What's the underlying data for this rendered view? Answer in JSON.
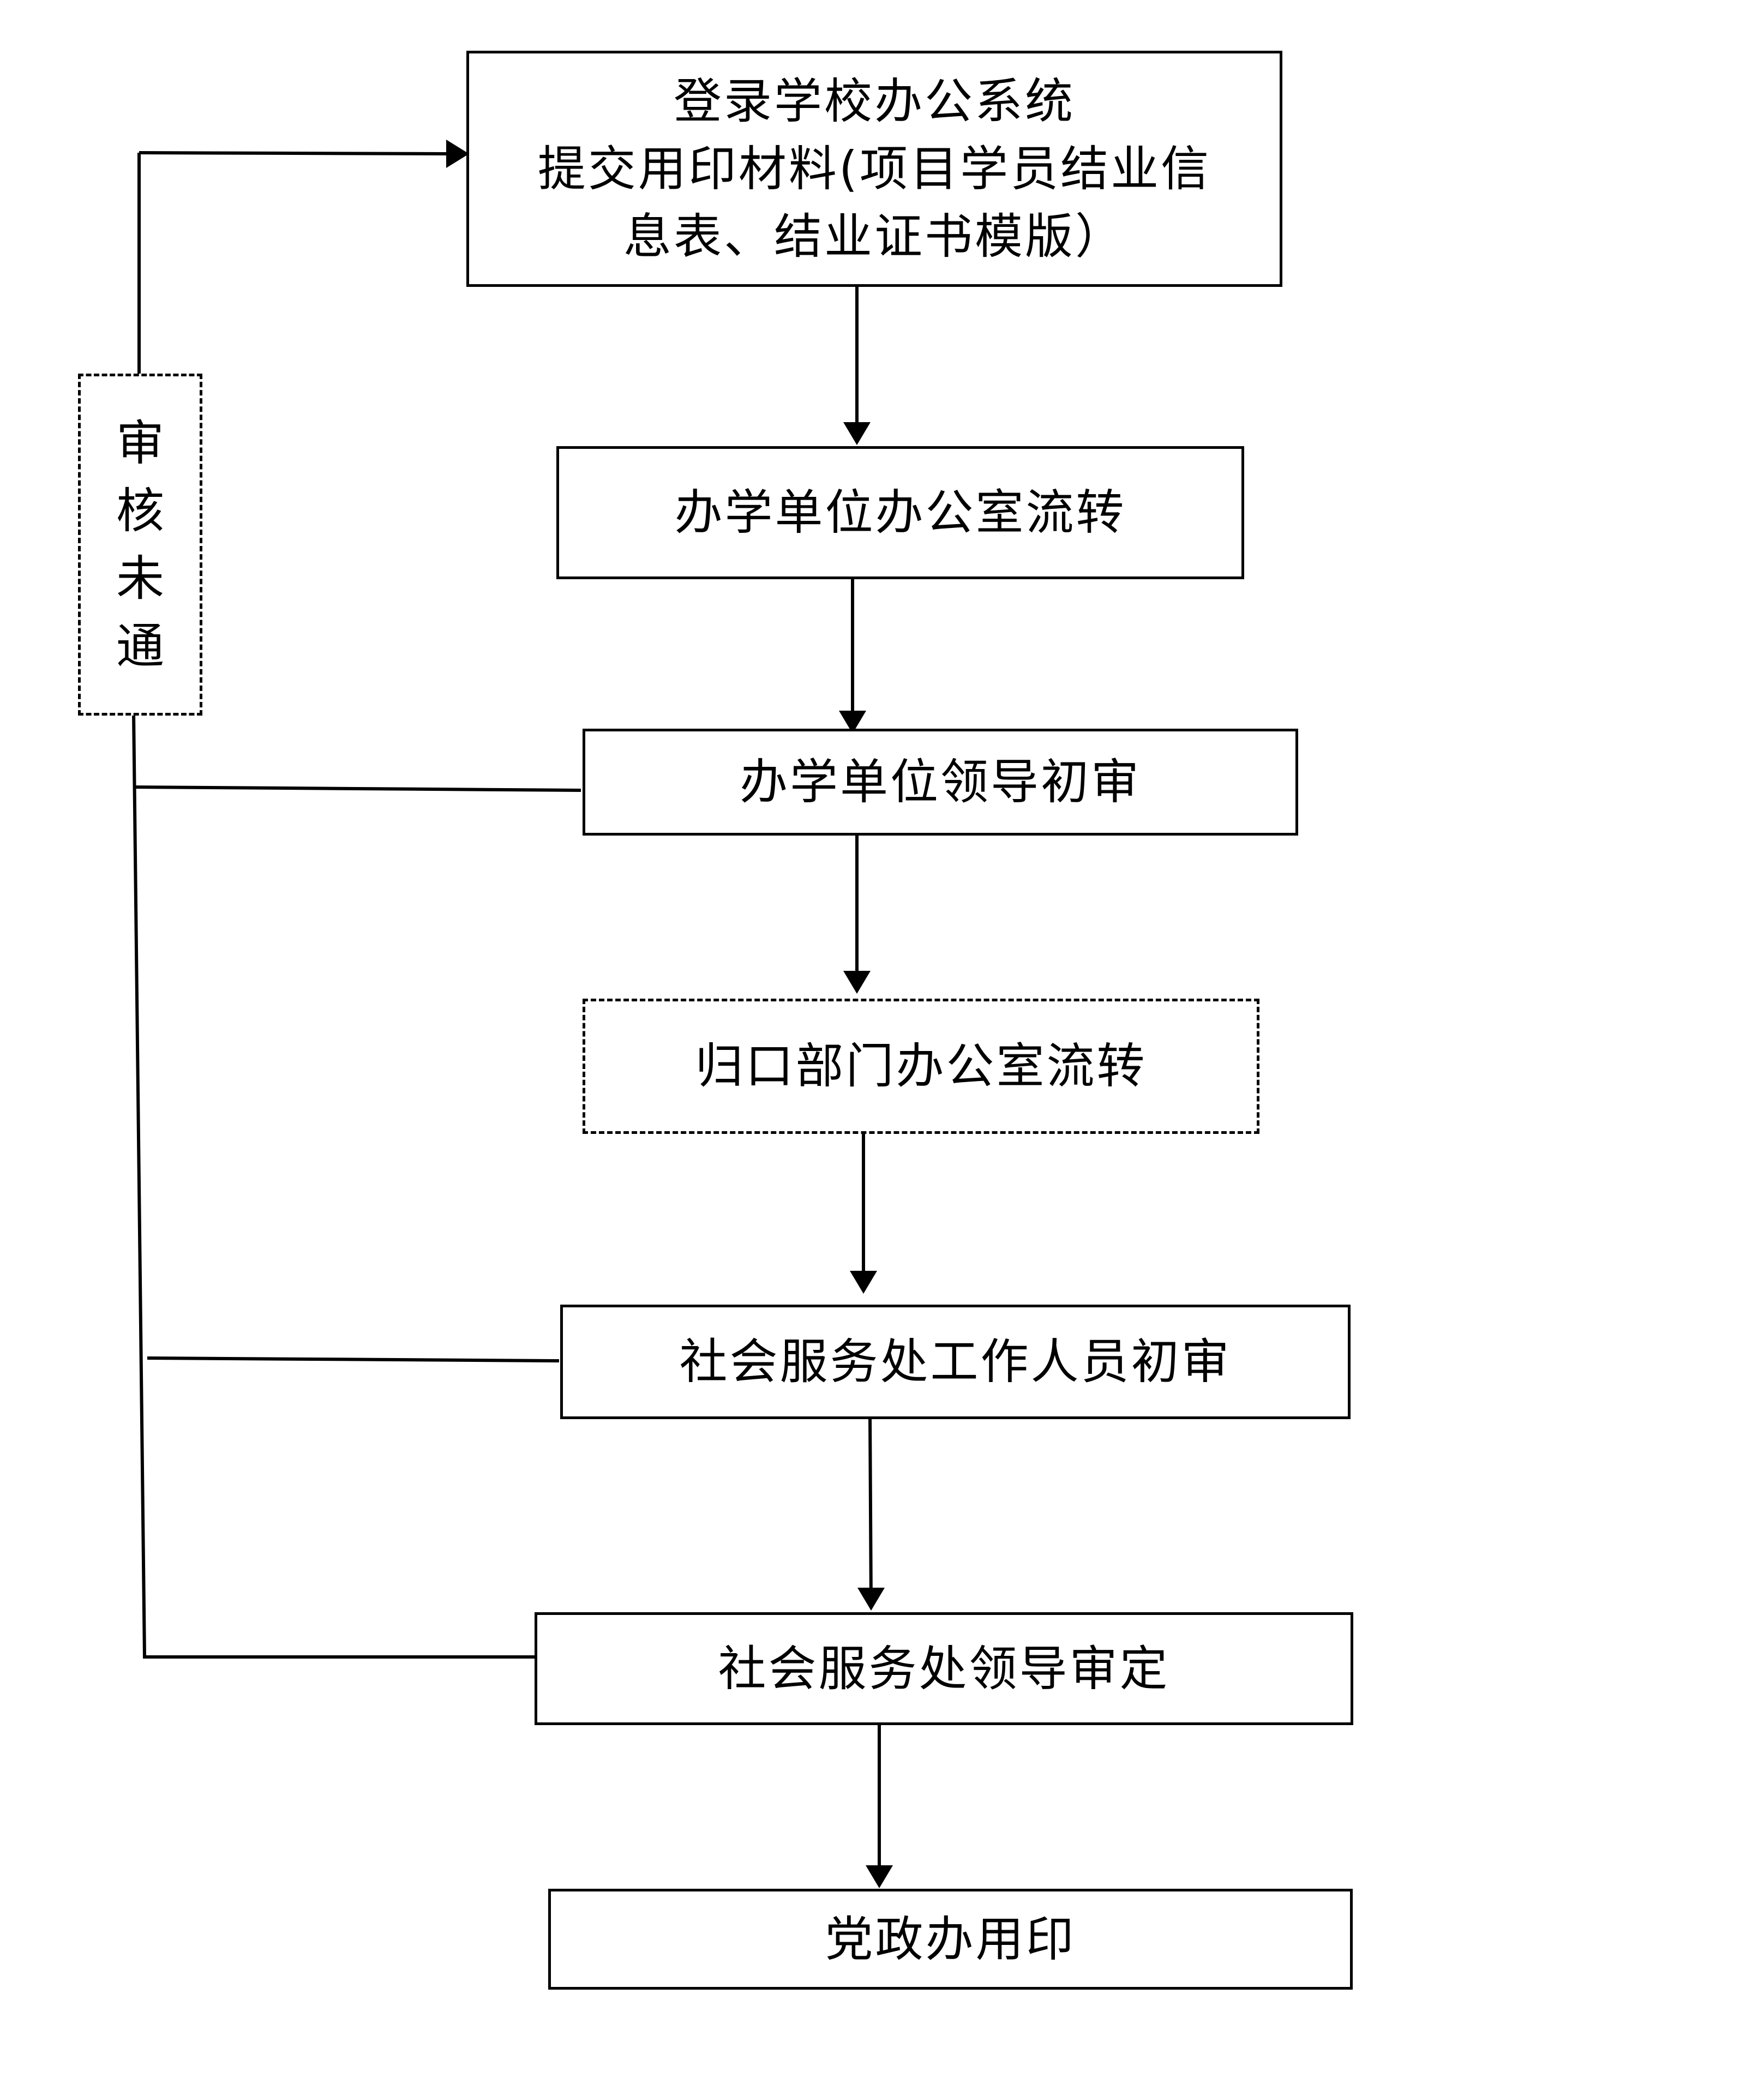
{
  "diagram": {
    "nodes": [
      {
        "id": "login-submit",
        "text": "登录学校办公系统\n提交用印材料(项目学员结业信\n息表、结业证书模版）",
        "border": "solid"
      },
      {
        "id": "unit-office-circulation",
        "text": "办学单位办公室流转",
        "border": "solid"
      },
      {
        "id": "unit-leader-review",
        "text": "办学单位领导初审",
        "border": "solid"
      },
      {
        "id": "dept-office-circulation",
        "text": "归口部门办公室流转",
        "border": "dashed"
      },
      {
        "id": "staff-review",
        "text": "社会服务处工作人员初审",
        "border": "solid"
      },
      {
        "id": "leader-approval",
        "text": "社会服务处领导审定",
        "border": "solid"
      },
      {
        "id": "seal",
        "text": "党政办用印",
        "border": "solid"
      }
    ],
    "reject": {
      "text": "审核未通",
      "border": "dashed"
    },
    "colors": {
      "stroke": "#000000",
      "background": "#ffffff"
    }
  }
}
